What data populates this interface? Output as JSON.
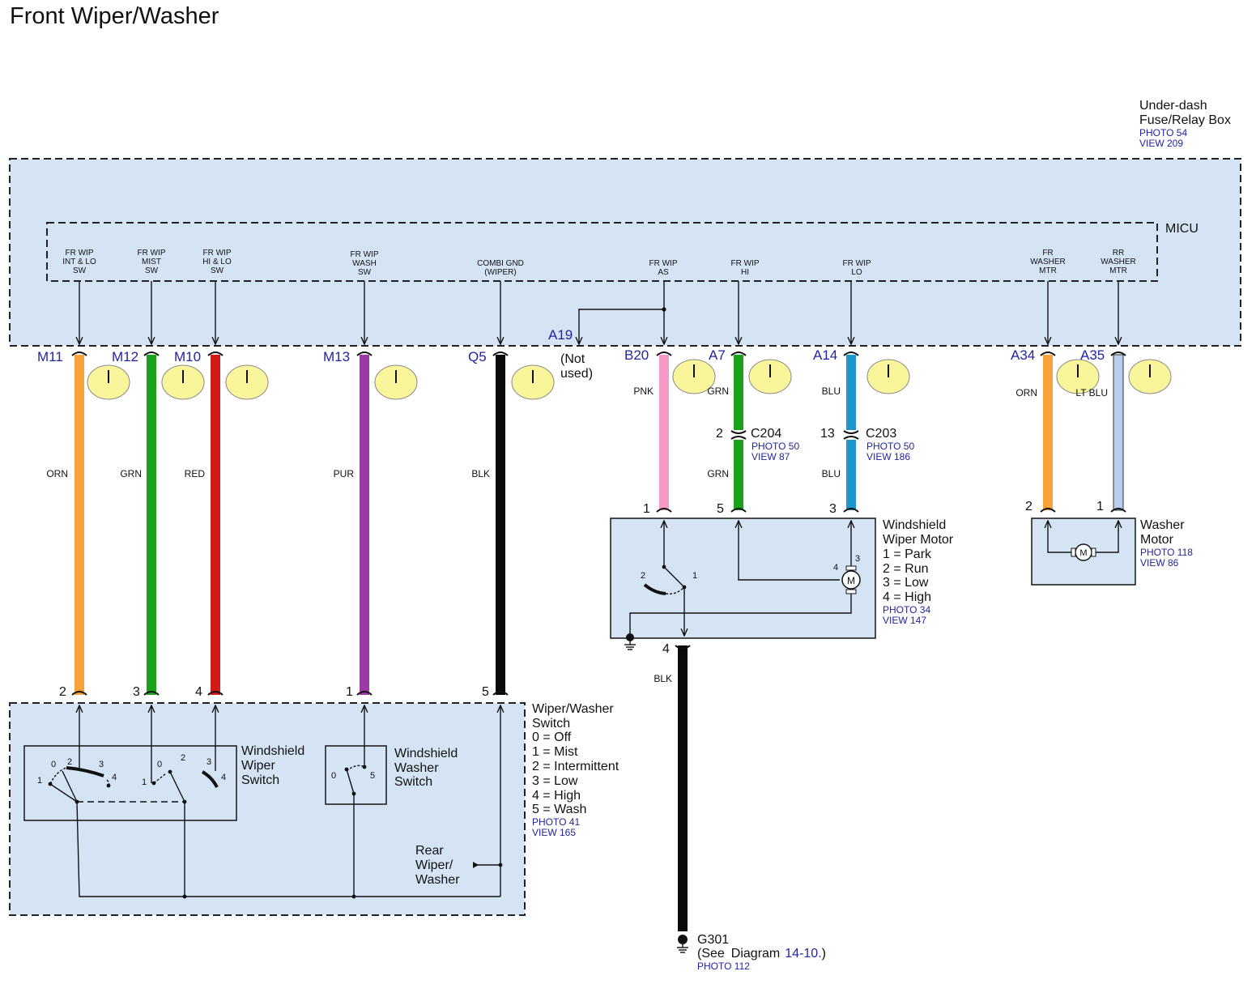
{
  "title": "Front Wiper/Washer",
  "fuse_box": {
    "name_line1": "Under-dash",
    "name_line2": "Fuse/Relay Box",
    "photo": "PHOTO 54",
    "view": "VIEW 209"
  },
  "micu": {
    "name": "MICU",
    "terminals": [
      {
        "l1": "FR WIP",
        "l2": "INT & LO",
        "l3": "SW"
      },
      {
        "l1": "FR WIP",
        "l2": "MIST",
        "l3": "SW"
      },
      {
        "l1": "FR WIP",
        "l2": "HI & LO",
        "l3": "SW"
      },
      {
        "l1": "FR WIP",
        "l2": "WASH",
        "l3": "SW"
      },
      {
        "l1": "COMBI GND",
        "l2": "(WIPER)"
      },
      {
        "l1": "FR WIP",
        "l2": "AS"
      },
      {
        "l1": "FR WIP",
        "l2": "HI"
      },
      {
        "l1": "FR WIP",
        "l2": "LO"
      },
      {
        "l1": "FR",
        "l2": "WASHER",
        "l3": "MTR"
      },
      {
        "l1": "RR",
        "l2": "WASHER",
        "l3": "MTR"
      }
    ],
    "unused_connector": "A19",
    "not_used_line1": "(Not",
    "not_used_line2": "used)"
  },
  "connectors": [
    "M11",
    "M12",
    "M10",
    "M13",
    "Q5",
    "B20",
    "A7",
    "A14",
    "A34",
    "A35"
  ],
  "wire_colors": [
    "ORN",
    "GRN",
    "RED",
    "PUR",
    "BLK",
    "PNK",
    "GRN",
    "BLU",
    "ORN",
    "LT BLU"
  ],
  "switch_pins": [
    "2",
    "3",
    "4",
    "1",
    "5"
  ],
  "c204": {
    "name": "C204",
    "pin": "2",
    "photo": "PHOTO 50",
    "view": "VIEW 87",
    "lower_color": "GRN"
  },
  "c203": {
    "name": "C203",
    "pin": "13",
    "photo": "PHOTO 50",
    "view": "VIEW 186",
    "lower_color": "BLU"
  },
  "wiper_motor": {
    "name_line1": "Windshield",
    "name_line2": "Wiper Motor",
    "pins": [
      "1",
      "5",
      "3"
    ],
    "ground_pin": "4",
    "ground_color": "BLK",
    "legend": [
      "1 = Park",
      "2 = Run",
      "3 = Low",
      "4 = High"
    ],
    "photo": "PHOTO 34",
    "view": "VIEW 147",
    "internal_labels": [
      "2",
      "1",
      "4",
      "3",
      "M"
    ]
  },
  "washer_motor": {
    "name_line1": "Washer",
    "name_line2": "Motor",
    "pins": [
      "2",
      "1"
    ],
    "photo": "PHOTO 118",
    "view": "VIEW 86",
    "symbol": "M"
  },
  "wiper_washer_switch": {
    "name_line1": "Wiper/Washer",
    "name_line2": "Switch",
    "legend": [
      "0 = Off",
      "1 = Mist",
      "2 = Intermittent",
      "3 = Low",
      "4 = High",
      "5 = Wash"
    ],
    "photo": "PHOTO 41",
    "view": "VIEW 165",
    "wiper_switch": [
      "Windshield",
      "Wiper",
      "Switch"
    ],
    "washer_switch": [
      "Windshield",
      "Washer",
      "Switch"
    ],
    "rear": [
      "Rear",
      "Wiper/",
      "Washer"
    ],
    "positions_a": [
      "0",
      "2",
      "3",
      "1",
      "4"
    ],
    "positions_b": [
      "0",
      "2",
      "3",
      "1",
      "4"
    ],
    "positions_washer": [
      "0",
      "5"
    ]
  },
  "ground": {
    "name": "G301",
    "see_prefix": "(See",
    "see_text": "Diagram",
    "diagram_ref": "14-10.",
    "see_suffix": ")",
    "photo": "PHOTO 112"
  },
  "colors": {
    "box_fill": "#d5e4f4",
    "reference_blue": "#2323a3",
    "bubble": "#f9f59b",
    "ORN": "#f7a23a",
    "GRN": "#1aa31a",
    "RED": "#d01a1a",
    "PUR": "#9a3aa3",
    "BLK": "#0a0a0a",
    "PNK": "#f59ac8",
    "BLU": "#1d97c9",
    "LT BLU": "#b9cdee"
  }
}
